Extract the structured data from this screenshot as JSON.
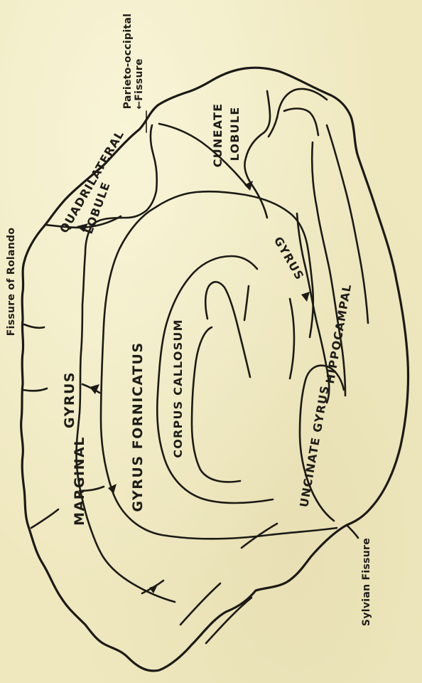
{
  "labels": {
    "fissure_of_rolando": "Fissure of Rolando",
    "parieto_occipital_fissure_line1": "Parieto-occipital",
    "parieto_occipital_fissure_line2": "←Fissure",
    "sylvian_fissure": "Sylvian Fissure",
    "marginal_gyrus_1": "MARGINAL",
    "marginal_gyrus_2": "GYRUS",
    "quadrilateral_lobule_1": "QUADRILATERAL",
    "quadrilateral_lobule_2": "LOBULE",
    "cuneate_lobule_1": "CUNEATE",
    "cuneate_lobule_2": "LOBULE",
    "gyrus_fornicatus": "GYRUS FORNICATUS",
    "corpus_callosum": "CORPUS CALLOSUM",
    "hippocampal_gyrus_1": "GYRUS",
    "hippocampal_gyrus_2": "HIPPOCAMPAL",
    "uncinate_gyrus": "UNCINATE GYRUS"
  },
  "colors": {
    "paper": "#efe8bf",
    "ink": "#1c1a16"
  }
}
